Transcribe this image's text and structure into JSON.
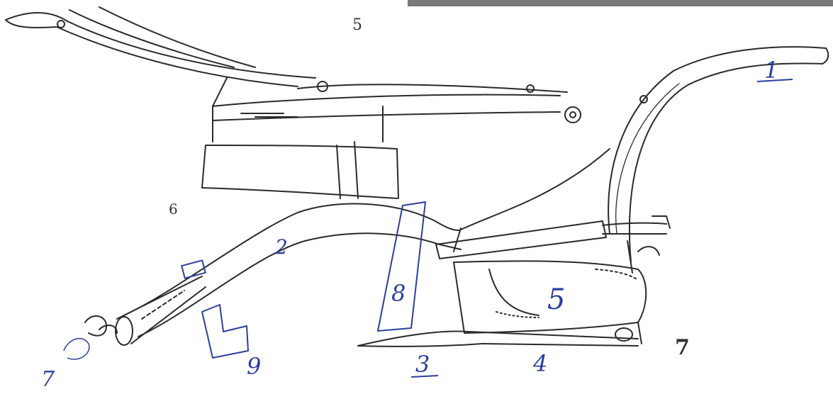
{
  "figure": {
    "colors": {
      "paper": "#ffffff",
      "pencil": "#2a2a2a",
      "annotation_ink": "#2b3f9c",
      "scan_strip": "#7a7a7a"
    },
    "pencil_labels": {
      "top": "5",
      "left": "6",
      "right": "7"
    },
    "blue_labels": {
      "handle": "1",
      "beam": "2",
      "share": "3",
      "sole": "4",
      "moldboard": "5",
      "hook": "7",
      "coulter": "8",
      "clamp": "9"
    }
  }
}
